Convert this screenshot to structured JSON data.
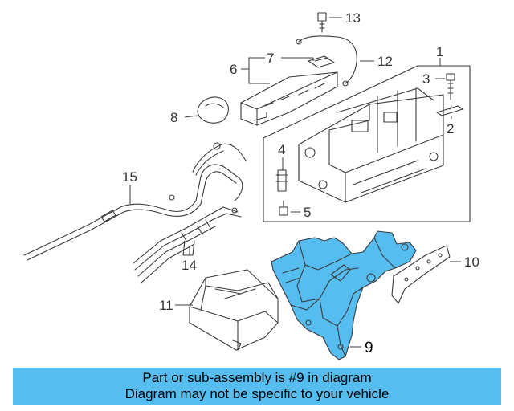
{
  "diagram": {
    "callouts": {
      "c1": "1",
      "c2": "2",
      "c3": "3",
      "c4": "4",
      "c5": "5",
      "c6": "6",
      "c7": "7",
      "c8": "8",
      "c9": "9",
      "c10": "10",
      "c11": "11",
      "c12": "12",
      "c13": "13",
      "c14": "14",
      "c15": "15"
    },
    "highlight_part": "9",
    "colors": {
      "highlight_fill": "#55bdf0",
      "line": "#3a3a3a",
      "banner_bg": "#55bdf0"
    }
  },
  "banner": {
    "line1": "Part or sub-assembly is #9 in diagram",
    "line2": "Diagram may not be specific to your vehicle"
  }
}
